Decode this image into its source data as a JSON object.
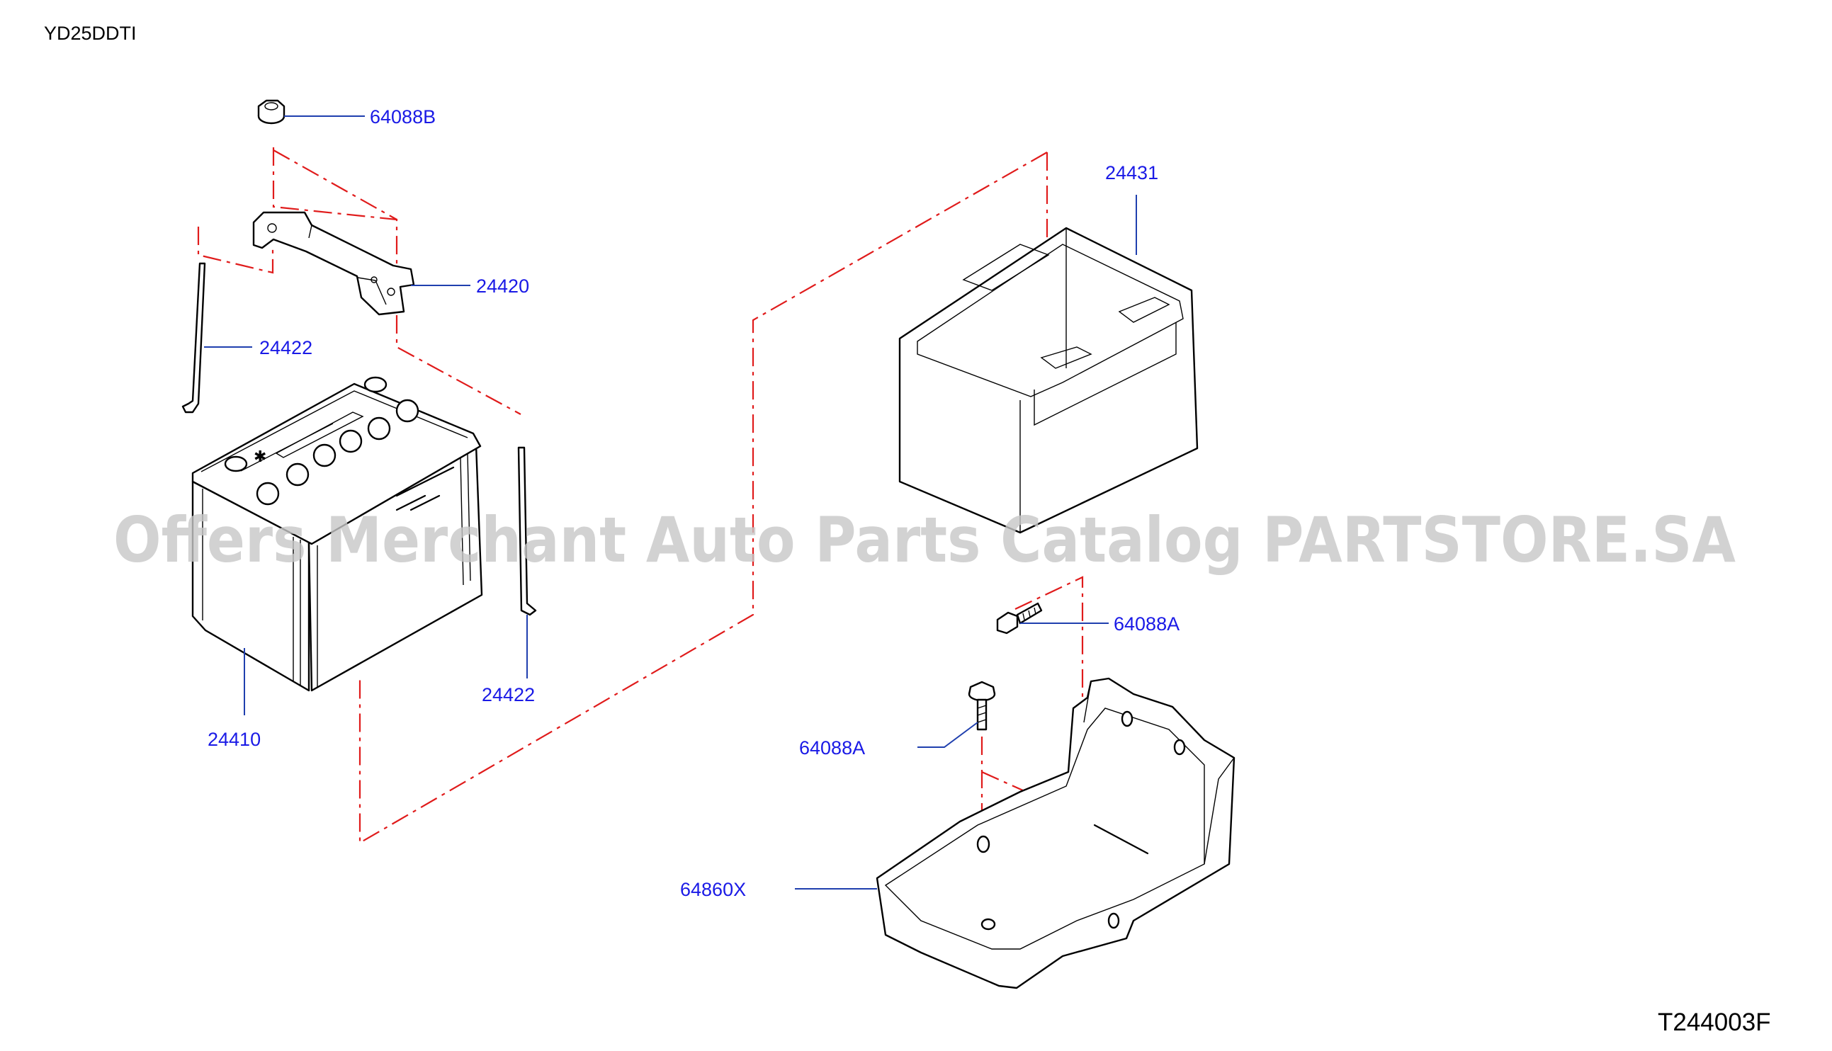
{
  "header": {
    "engine_code": "YD25DDTI"
  },
  "footer": {
    "diagram_code": "T244003F"
  },
  "watermark": {
    "text": "Offers Merchant Auto Parts Catalog PARTSTORE.SA"
  },
  "parts": [
    {
      "id": "nut-top",
      "number": "64088B"
    },
    {
      "id": "battery-clamp",
      "number": "24420"
    },
    {
      "id": "hook-bolt-left",
      "number": "24422"
    },
    {
      "id": "hook-bolt-right",
      "number": "24422"
    },
    {
      "id": "battery",
      "number": "24410"
    },
    {
      "id": "battery-cover",
      "number": "24431"
    },
    {
      "id": "bolt-upper",
      "number": "64088A"
    },
    {
      "id": "bolt-lower",
      "number": "64088A"
    },
    {
      "id": "battery-tray",
      "number": "64860X"
    }
  ],
  "colors": {
    "label": "#1a1ae6",
    "leader": "#1f3fae",
    "centerline": "#e01b1b",
    "watermark": "#c8c8c8"
  }
}
